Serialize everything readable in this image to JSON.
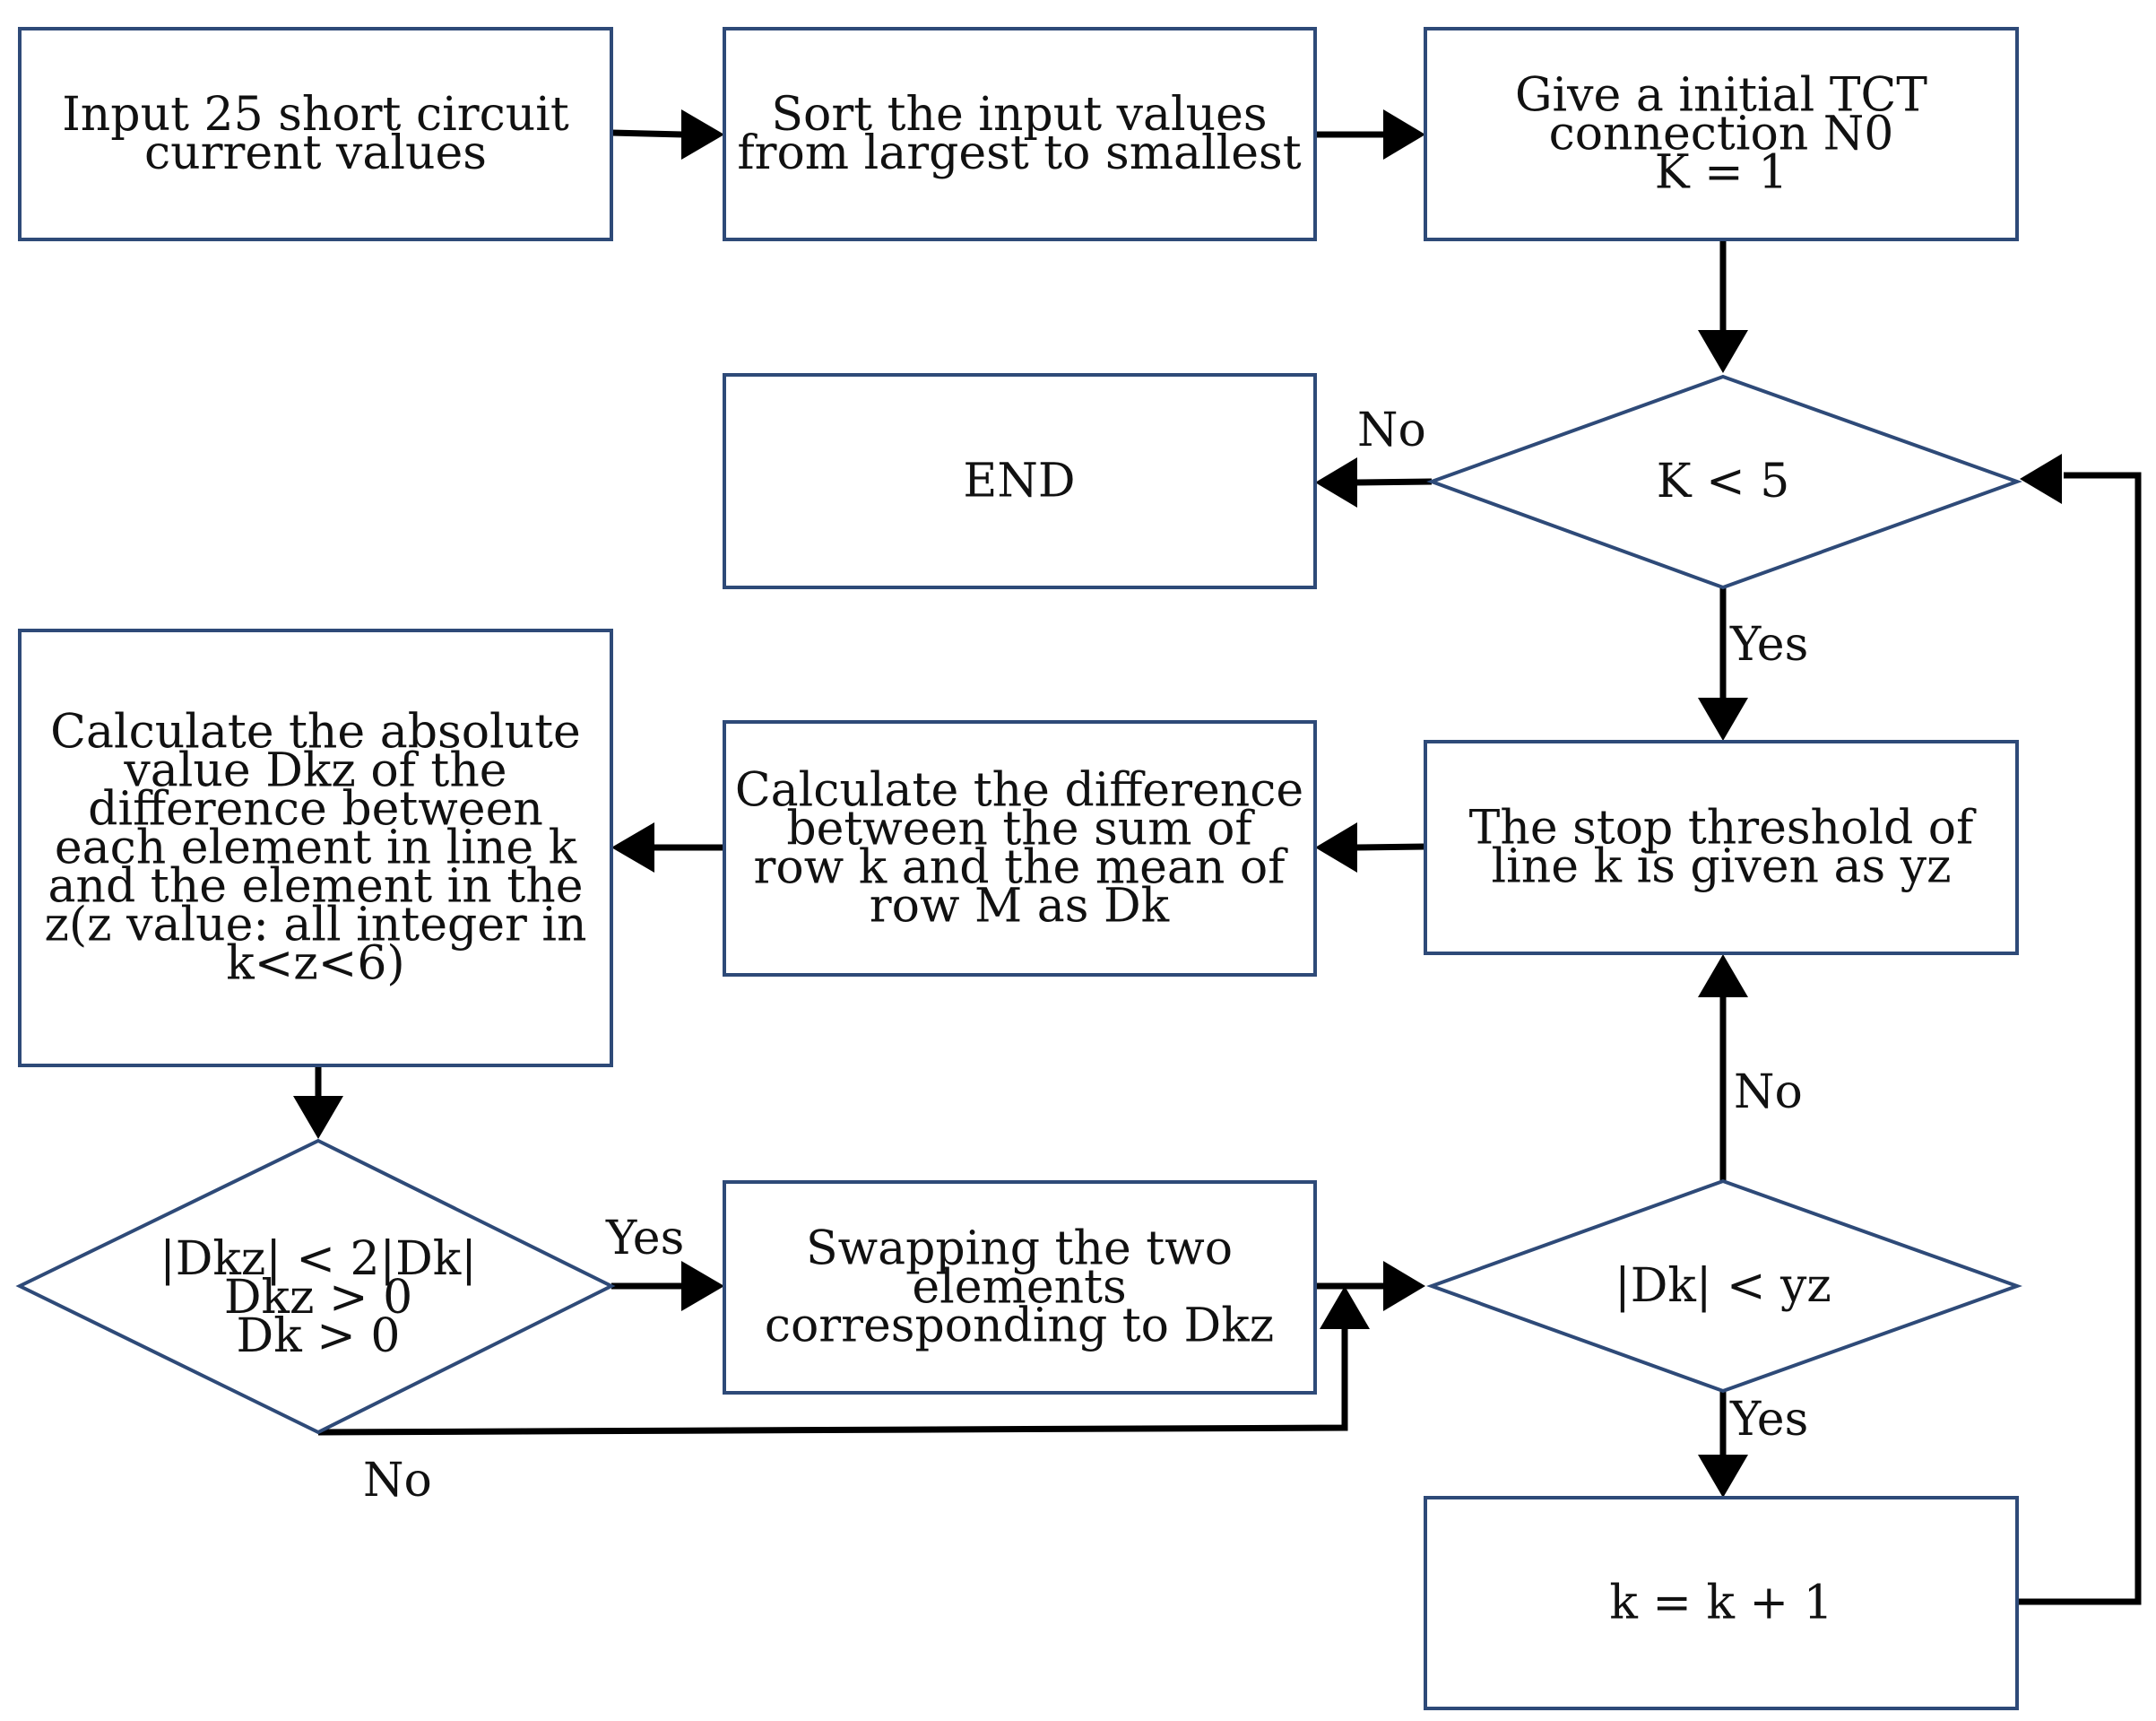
{
  "nodes": {
    "input": {
      "lines": [
        "Input 25 short circuit",
        "current values"
      ]
    },
    "sort": {
      "lines": [
        "Sort the input values",
        "from largest to smallest"
      ]
    },
    "init": {
      "lines": [
        "Give a initial TCT",
        "connection N0",
        "K = 1"
      ]
    },
    "end": {
      "lines": [
        "END"
      ]
    },
    "k_check": {
      "lines": [
        "K < 5"
      ]
    },
    "abs_diff": {
      "lines": [
        "Calculate the absolute",
        "value Dkz of the",
        "difference between",
        "each element in line k",
        "and the element in the",
        "z(z value: all integer in",
        "k<z<6)"
      ]
    },
    "diff": {
      "lines": [
        "Calculate the difference",
        "between the sum of",
        "row k and the mean of",
        "row M as Dk"
      ]
    },
    "threshold": {
      "lines": [
        "The stop threshold of",
        "line k is given as yz"
      ]
    },
    "dkz_check": {
      "lines": [
        "|Dkz| < 2|Dk|",
        "Dkz > 0",
        "Dk > 0"
      ]
    },
    "swap": {
      "lines": [
        "Swapping the two",
        "elements",
        "corresponding to Dkz"
      ]
    },
    "dk_check": {
      "lines": [
        "|Dk| < yz"
      ]
    },
    "increment": {
      "lines": [
        "k = k + 1"
      ]
    }
  },
  "edge_labels": {
    "k_no": "No",
    "k_yes": "Yes",
    "dk_no": "No",
    "dk_yes": "Yes",
    "dkz_yes": "Yes",
    "dkz_no": "No"
  },
  "colors": {
    "node_border": "#2e4a78",
    "arrow": "#000000",
    "text": "#111111"
  }
}
